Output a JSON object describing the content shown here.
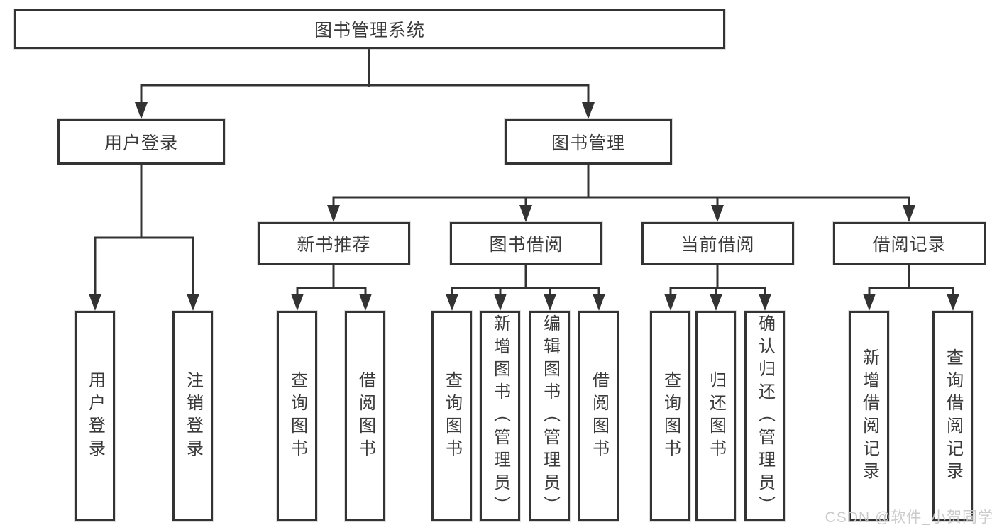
{
  "nodes": {
    "root": {
      "label": "图书管理系统"
    },
    "level2": [
      {
        "label": "用户登录"
      },
      {
        "label": "图书管理"
      }
    ],
    "level3": [
      {
        "label": "新书推荐",
        "parent": "图书管理"
      },
      {
        "label": "图书借阅",
        "parent": "图书管理"
      },
      {
        "label": "当前借阅",
        "parent": "图书管理"
      },
      {
        "label": "借阅记录",
        "parent": "图书管理"
      }
    ],
    "leaves": [
      {
        "label": "用户登录",
        "parent": "用户登录"
      },
      {
        "label": "注销登录",
        "parent": "用户登录"
      },
      {
        "label": "查询图书",
        "parent": "新书推荐"
      },
      {
        "label": "借阅图书",
        "parent": "新书推荐"
      },
      {
        "label": "查询图书",
        "parent": "图书借阅"
      },
      {
        "label": "新增图书（管理员）",
        "parent": "图书借阅"
      },
      {
        "label": "编辑图书（管理员）",
        "parent": "图书借阅"
      },
      {
        "label": "借阅图书",
        "parent": "图书借阅"
      },
      {
        "label": "查询图书",
        "parent": "当前借阅"
      },
      {
        "label": "归还图书",
        "parent": "当前借阅"
      },
      {
        "label": "确认归还（管理员）",
        "parent": "当前借阅"
      },
      {
        "label": "新增借阅记录",
        "parent": "借阅记录"
      },
      {
        "label": "查询借阅记录",
        "parent": "借阅记录"
      }
    ]
  },
  "watermark": "CSDN @软件_小贺同学",
  "colors": {
    "line": "#333333",
    "text": "#3a3a3a",
    "node_background": "#ffffff",
    "background": "#ffffff",
    "watermark": "#c9c9c9"
  }
}
